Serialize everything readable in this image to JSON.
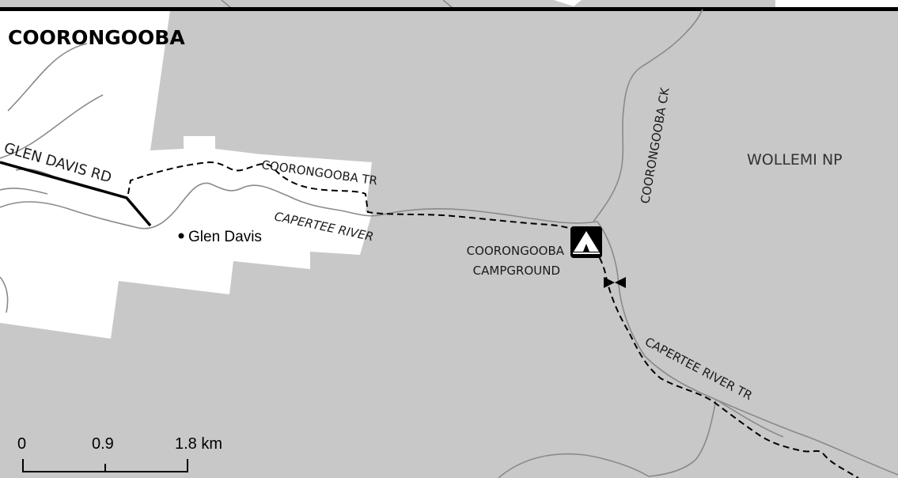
{
  "map": {
    "title": "COORONGOOBA",
    "park_label": "WOLLEMI NP",
    "road_label": "GLEN DAVIS RD",
    "town_label": "Glen Davis",
    "trail_1_label": "COORONGOOBA TR",
    "river_label": "CAPERTEE RIVER",
    "creek_label": "COORONGOOBA CK",
    "trail_2_label": "CAPERTEE RIVER TR",
    "campground_label_line1": "COORONGOOBA",
    "campground_label_line2": "CAMPGROUND",
    "campground_icon": "tent-icon",
    "gate_icon": "gate-icon",
    "colors": {
      "park_fill": "#c8c8c8",
      "non_park_fill": "#ffffff",
      "road": "#000000",
      "river": "#8a8a8a",
      "trail": "#000000"
    }
  },
  "scale_bar": {
    "tick_0": "0",
    "tick_1": "0.9",
    "tick_2": "1.8 km"
  }
}
